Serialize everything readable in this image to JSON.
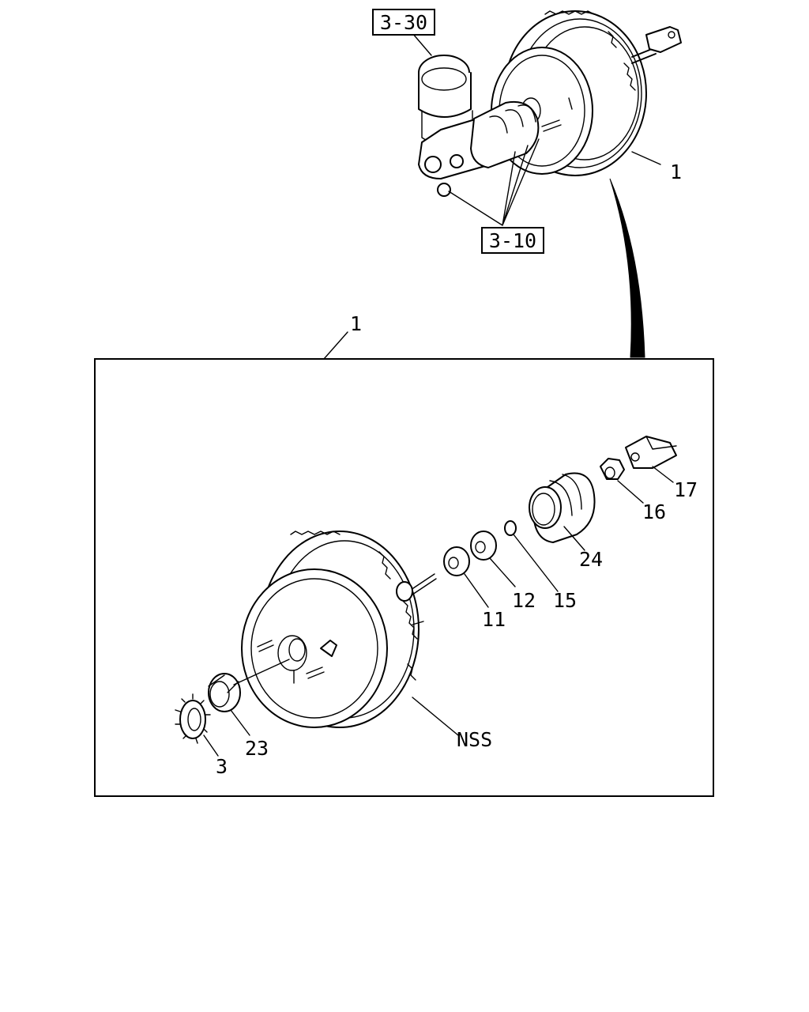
{
  "references": {
    "ref_3_30": "3-30",
    "ref_3_10": "3-10"
  },
  "labels": {
    "assembly_top": "1",
    "assembly_box": "1",
    "part_3": "3",
    "part_23": "23",
    "part_nss": "NSS",
    "part_11": "11",
    "part_12": "12",
    "part_15": "15",
    "part_24": "24",
    "part_16": "16",
    "part_17": "17"
  }
}
